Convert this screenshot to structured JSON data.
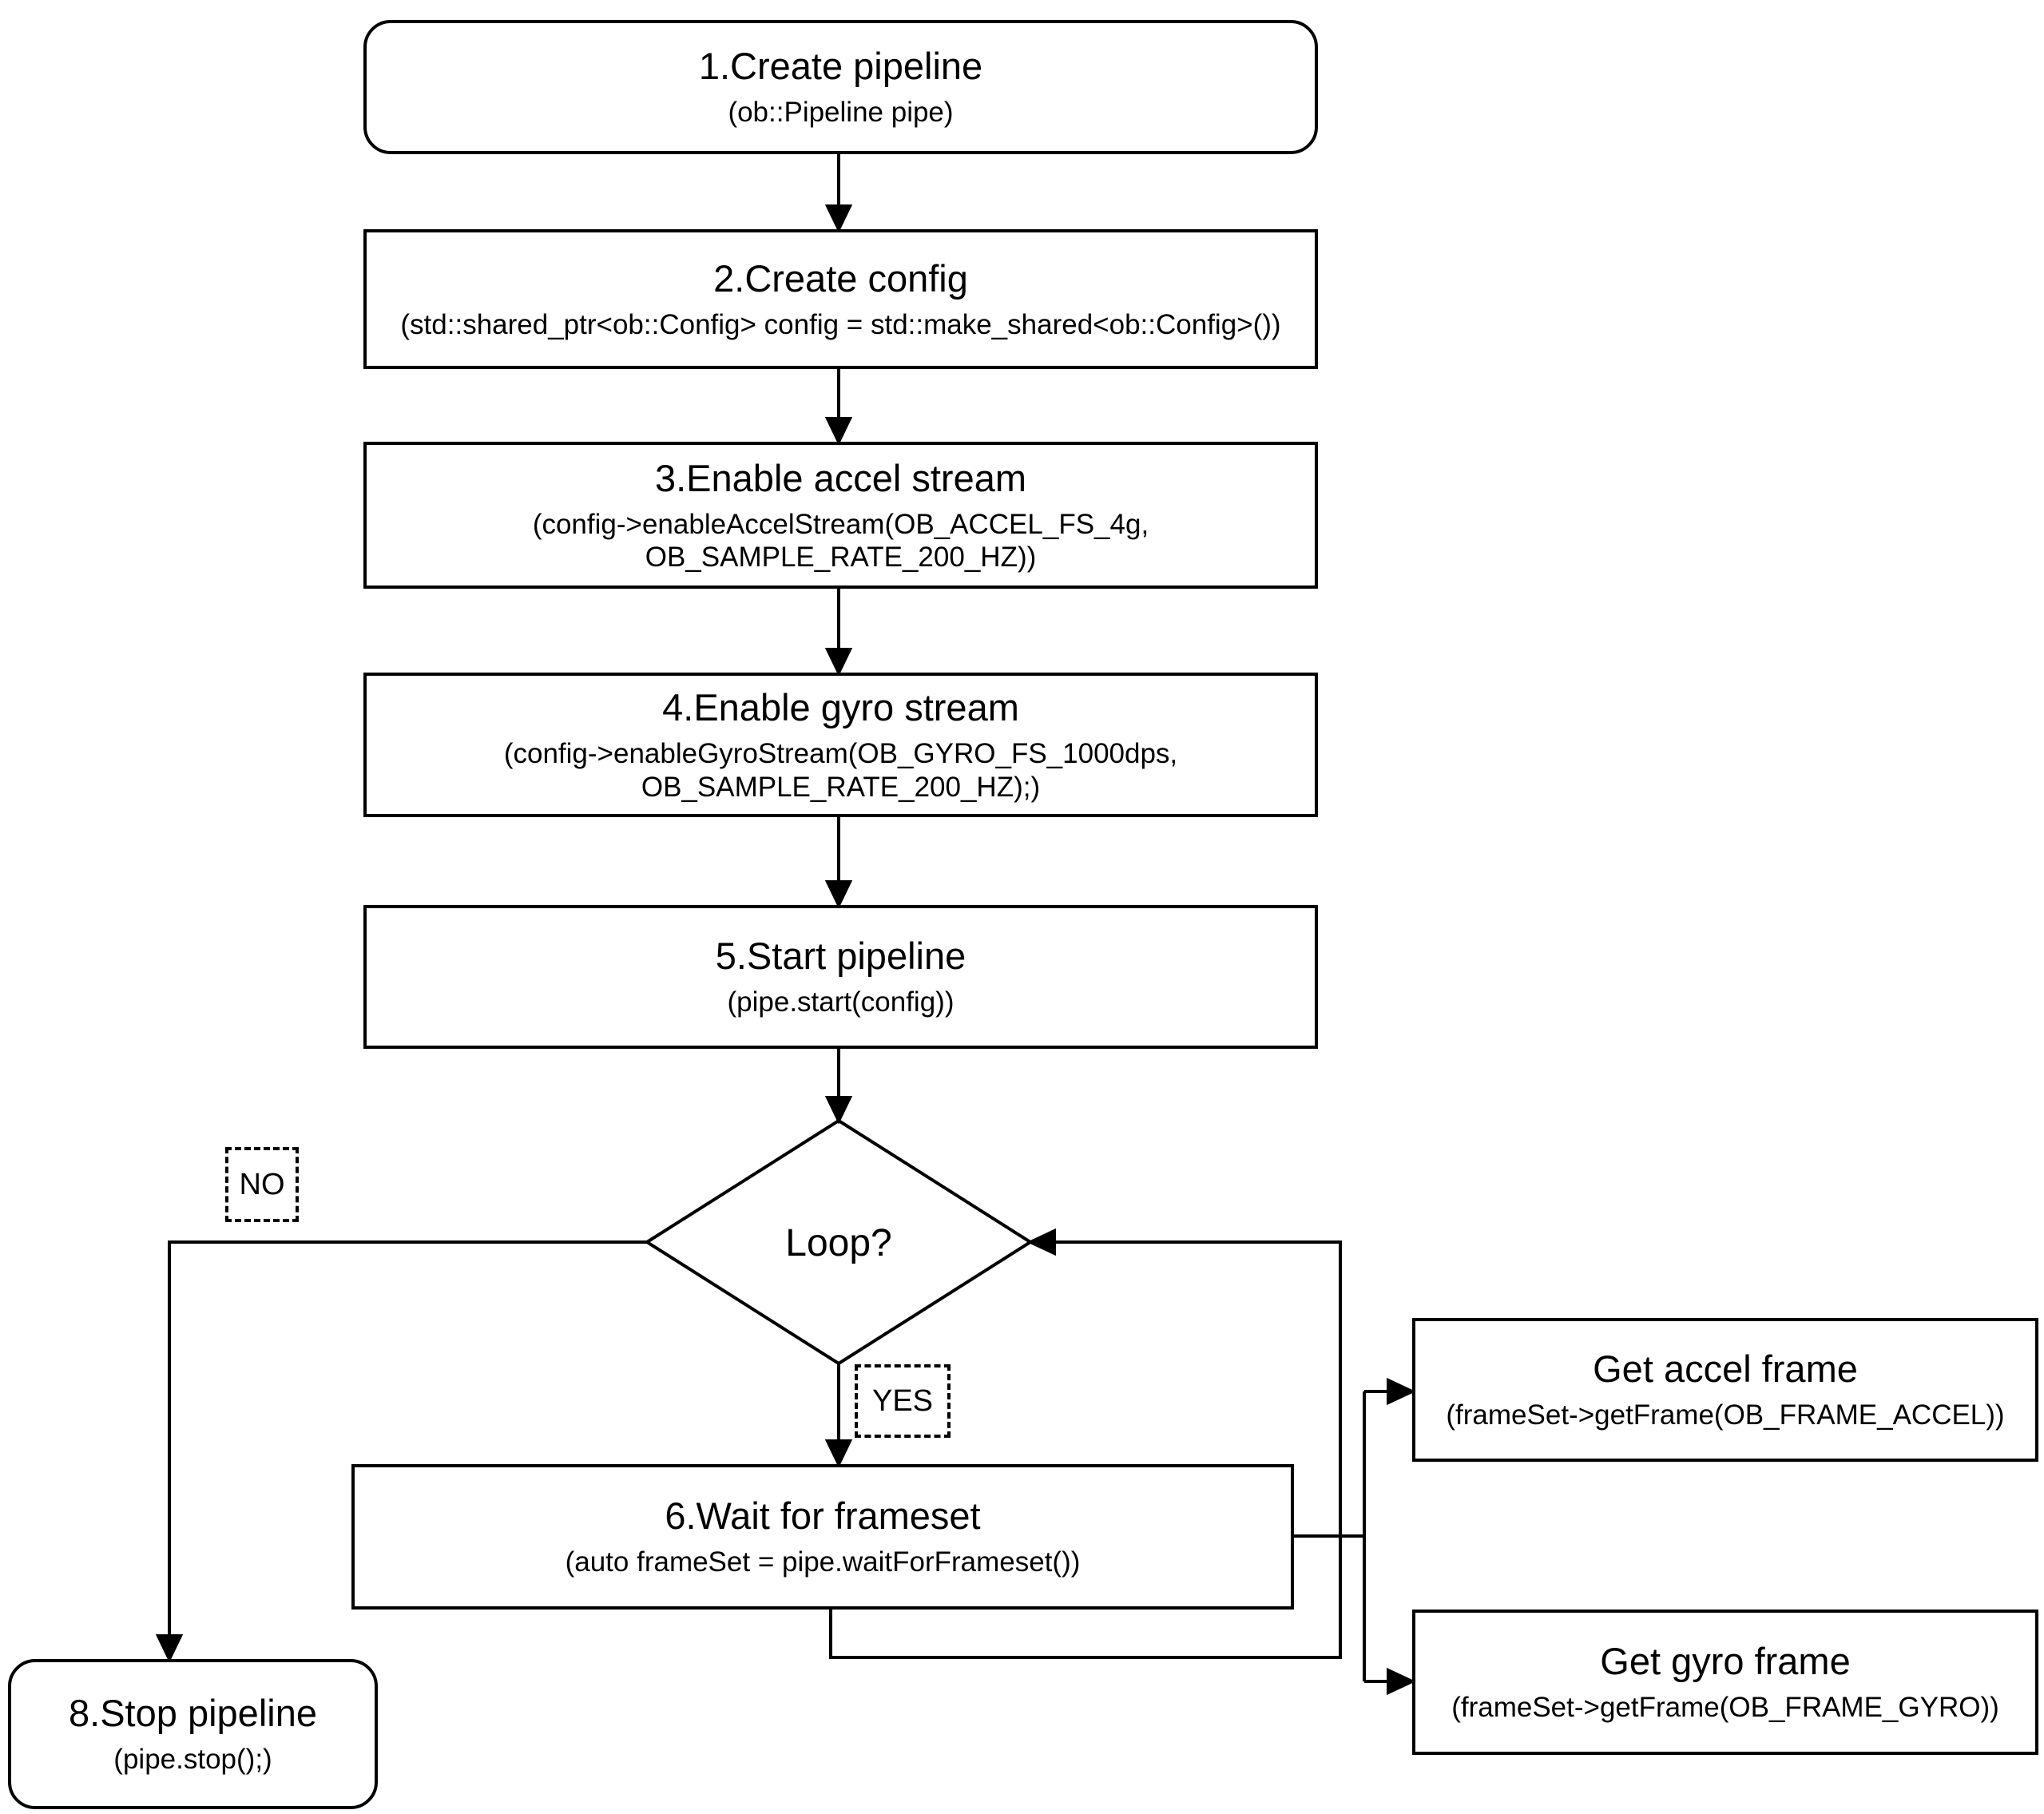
{
  "diagram": {
    "nodes": {
      "create_pipeline": {
        "title": "1.Create pipeline",
        "subtitle": "(ob::Pipeline pipe)"
      },
      "create_config": {
        "title": "2.Create config",
        "subtitle": "(std::shared_ptr<ob::Config> config = std::make_shared<ob::Config>())"
      },
      "enable_accel_stream": {
        "title": "3.Enable accel stream",
        "subtitle_line1": "(config->enableAccelStream(OB_ACCEL_FS_4g,",
        "subtitle_line2": "OB_SAMPLE_RATE_200_HZ))"
      },
      "enable_gyro_stream": {
        "title": "4.Enable gyro stream",
        "subtitle_line1": "(config->enableGyroStream(OB_GYRO_FS_1000dps,",
        "subtitle_line2": "OB_SAMPLE_RATE_200_HZ);)"
      },
      "start_pipeline": {
        "title": "5.Start pipeline",
        "subtitle": "(pipe.start(config))"
      },
      "loop_decision": {
        "title": "Loop?"
      },
      "wait_for_frameset": {
        "title": "6.Wait for frameset",
        "subtitle": "(auto frameSet = pipe.waitForFrameset())"
      },
      "get_accel_frame": {
        "title": "Get accel frame",
        "subtitle": "(frameSet->getFrame(OB_FRAME_ACCEL))"
      },
      "get_gyro_frame": {
        "title": "Get gyro frame",
        "subtitle": "(frameSet->getFrame(OB_FRAME_GYRO))"
      },
      "stop_pipeline": {
        "title": "8.Stop pipeline",
        "subtitle": "(pipe.stop();)"
      }
    },
    "edge_labels": {
      "no": "NO",
      "yes": "YES"
    },
    "colors": {
      "stroke": "#000000",
      "background": "#ffffff"
    }
  }
}
